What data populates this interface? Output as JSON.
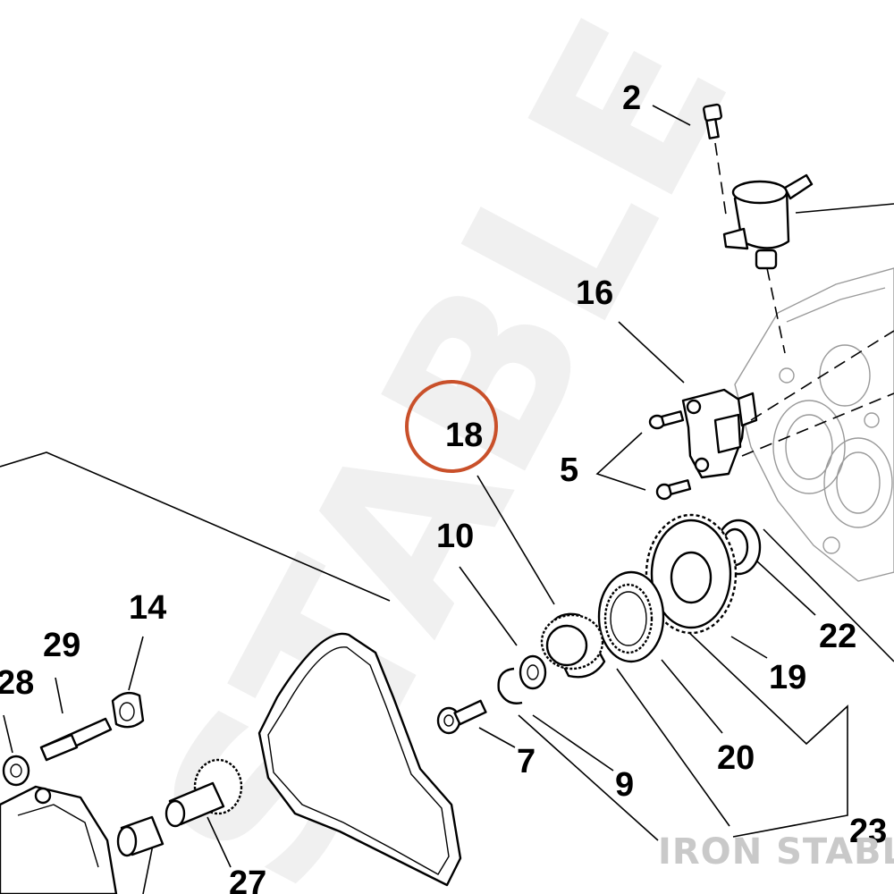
{
  "watermark": {
    "bottom_text": "IRON STABLE",
    "background_text": "STABLE"
  },
  "highlight": {
    "label": "18",
    "color": "#c9502a"
  },
  "callouts": [
    "2",
    "16",
    "5",
    "18",
    "10",
    "22",
    "19",
    "20",
    "7",
    "9",
    "23",
    "14",
    "29",
    "28",
    "27"
  ]
}
